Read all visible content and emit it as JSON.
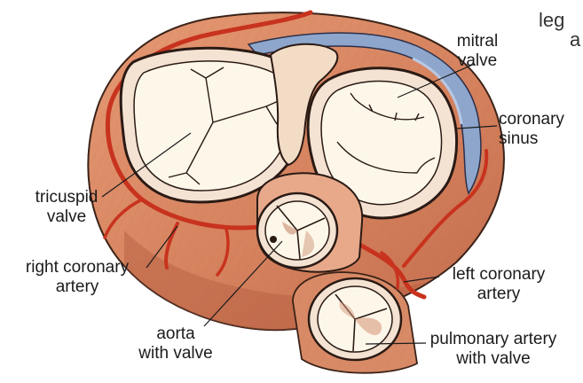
{
  "labels": {
    "mitral": [
      "mitral",
      "valve"
    ],
    "coronary_sinus": [
      "coronary",
      "sinus"
    ],
    "tricuspid": [
      "tricuspid",
      "valve"
    ],
    "right_coronary": [
      "right coronary",
      "artery"
    ],
    "left_coronary": [
      "left coronary",
      "artery"
    ],
    "aorta": [
      "aorta",
      "with valve"
    ],
    "pulmonary": [
      "pulmonary artery",
      "with valve"
    ]
  },
  "cutoff_text": [
    "leg",
    "a"
  ],
  "colors": {
    "muscle": "#d98a66",
    "muscle_dark": "#c46b4a",
    "artery": "#c8331e",
    "sinus": "#8ea6cc",
    "valve_leaflet": "#fdf7ea",
    "ring": "#f4e3d2",
    "outline": "#2a1a14"
  }
}
